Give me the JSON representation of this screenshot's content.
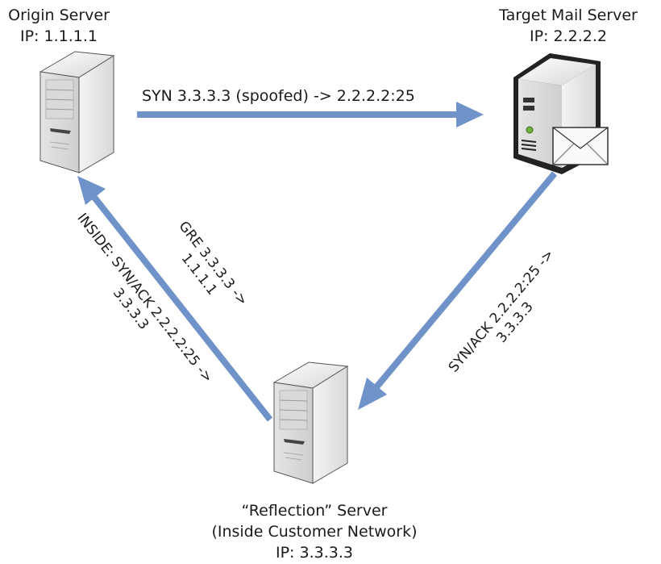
{
  "nodes": {
    "origin": {
      "title": "Origin Server",
      "ip": "IP: 1.1.1.1",
      "icon": "server-tower-icon"
    },
    "target": {
      "title": "Target Mail Server",
      "ip": "IP: 2.2.2.2",
      "icon": "mail-server-icon"
    },
    "reflection": {
      "title": "“Reflection” Server",
      "subtitle": "(Inside Customer Network)",
      "ip": "IP: 3.3.3.3",
      "icon": "server-tower-icon"
    }
  },
  "edges": {
    "syn": {
      "from": "origin",
      "to": "target",
      "label": "SYN 3.3.3.3 (spoofed) -> 2.2.2.2:25"
    },
    "synack": {
      "from": "target",
      "to": "reflection",
      "line1": "SYN/ACK 2.2.2.2:25 ->",
      "line2": "3.3.3.3"
    },
    "gre": {
      "from": "reflection",
      "to": "origin",
      "line1": "GRE 3.3.3.3 ->",
      "line2": "1.1.1.1"
    },
    "inside": {
      "from": "reflection",
      "to": "origin",
      "line1": "INSIDE: SYN/ACK 2.2.2.2:25 ->",
      "line2": "3.3.3.3"
    }
  },
  "colors": {
    "arrow": "#6f93c9",
    "text": "#1a1a1a"
  }
}
